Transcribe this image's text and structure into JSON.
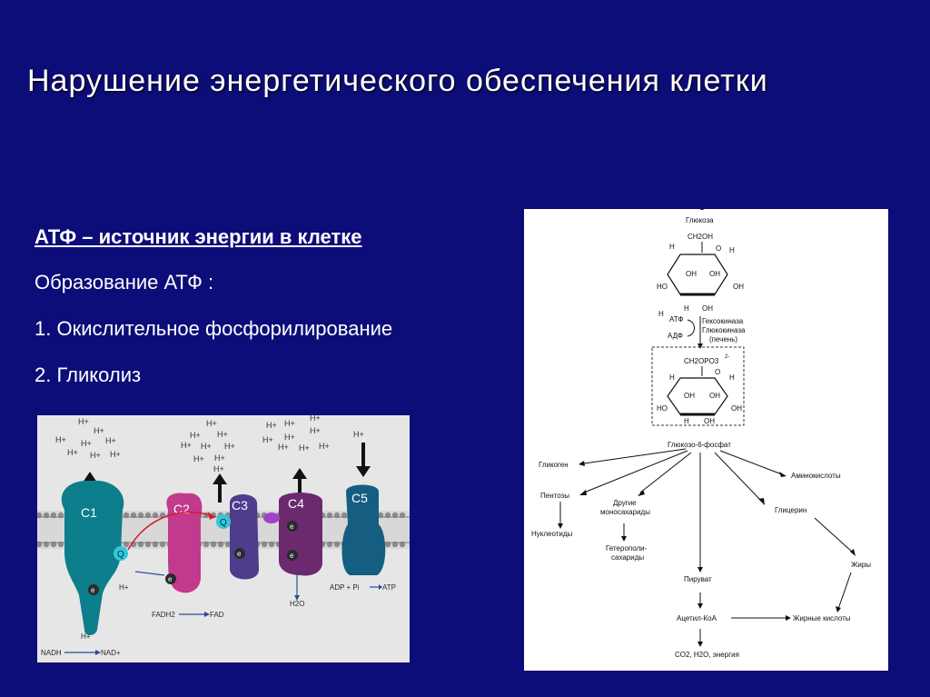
{
  "slide": {
    "title": "Нарушение энергетического обеспечения клетки",
    "subtitle": "АТФ – источник энергии в клетке",
    "lines": [
      "Образование АТФ :",
      "1. Окислительное фосфорилирование",
      "2. Гликолиз"
    ]
  },
  "etc_figure": {
    "complexes": [
      "C1",
      "C2",
      "C3",
      "C4",
      "C5"
    ],
    "proton": "H+",
    "electron": "e",
    "quinone": "Q",
    "nadh": "NADH",
    "nad": "NAD+",
    "fadh2": "FADH2",
    "fad": "FAD",
    "synthase_reaction": "ADP + Pi",
    "atp": "ATP",
    "water": "H2O",
    "colors": {
      "c1": "#0c7e8c",
      "c2": "#c23a8e",
      "c3": "#4e3c8c",
      "c4": "#6b2a6e",
      "c5": "#155e82"
    }
  },
  "pathway_figure": {
    "glucose": "Глюкоза",
    "ch2oh": "CH2OH",
    "ch2opo3": "CH2OPO3",
    "charge": "2-",
    "atoms": {
      "h": "H",
      "oh": "OH",
      "ho": "HO",
      "o": "O"
    },
    "atp": "АТФ",
    "adp": "АДФ",
    "enzyme1": "Гексокиназа",
    "enzyme2": "Глюкокиназа",
    "enzyme_note": "(печень)",
    "g6p": "Глюкозо-6-фосфат",
    "glycogen": "Гликоген",
    "pentoses": "Пентозы",
    "nucleotides": "Нуклеотиды",
    "other_mono_1": "Другие",
    "other_mono_2": "моносахариды",
    "hetero_1": "Гетерополи-",
    "hetero_2": "сахариды",
    "aminoacids": "Аминокислоты",
    "glycerol": "Глицерин",
    "fats": "Жиры",
    "pyruvate": "Пируват",
    "acetylcoa": "Ацетил-КоА",
    "fattyacids": "Жирные кислоты",
    "products": "CO2, H2O, энергия"
  }
}
